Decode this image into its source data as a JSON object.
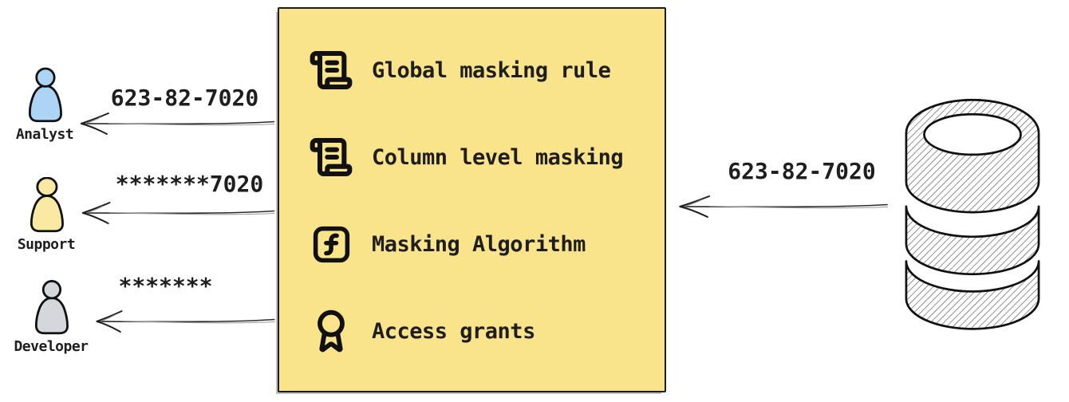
{
  "diagram_title": "data-masking-flow",
  "personas": [
    {
      "name": "Analyst",
      "received_value": "623-82-7020",
      "avatar_color": "#ABD4F5"
    },
    {
      "name": "Support",
      "received_value": "*******7020",
      "avatar_color": "#F9E9A2"
    },
    {
      "name": "Developer",
      "received_value": "*******",
      "avatar_color": "#D4D7DB"
    }
  ],
  "masking_box": {
    "background_color": "#FAE48B",
    "border_color": "#1C1C1C",
    "items": [
      {
        "icon": "scroll-icon",
        "label": "Global masking rule"
      },
      {
        "icon": "scroll-icon",
        "label": "Column level masking"
      },
      {
        "icon": "function-square-icon",
        "label": "Masking Algorithm"
      },
      {
        "icon": "award-icon",
        "label": "Access grants"
      }
    ]
  },
  "source": {
    "icon": "database-icon",
    "flow_value": "623-82-7020"
  }
}
